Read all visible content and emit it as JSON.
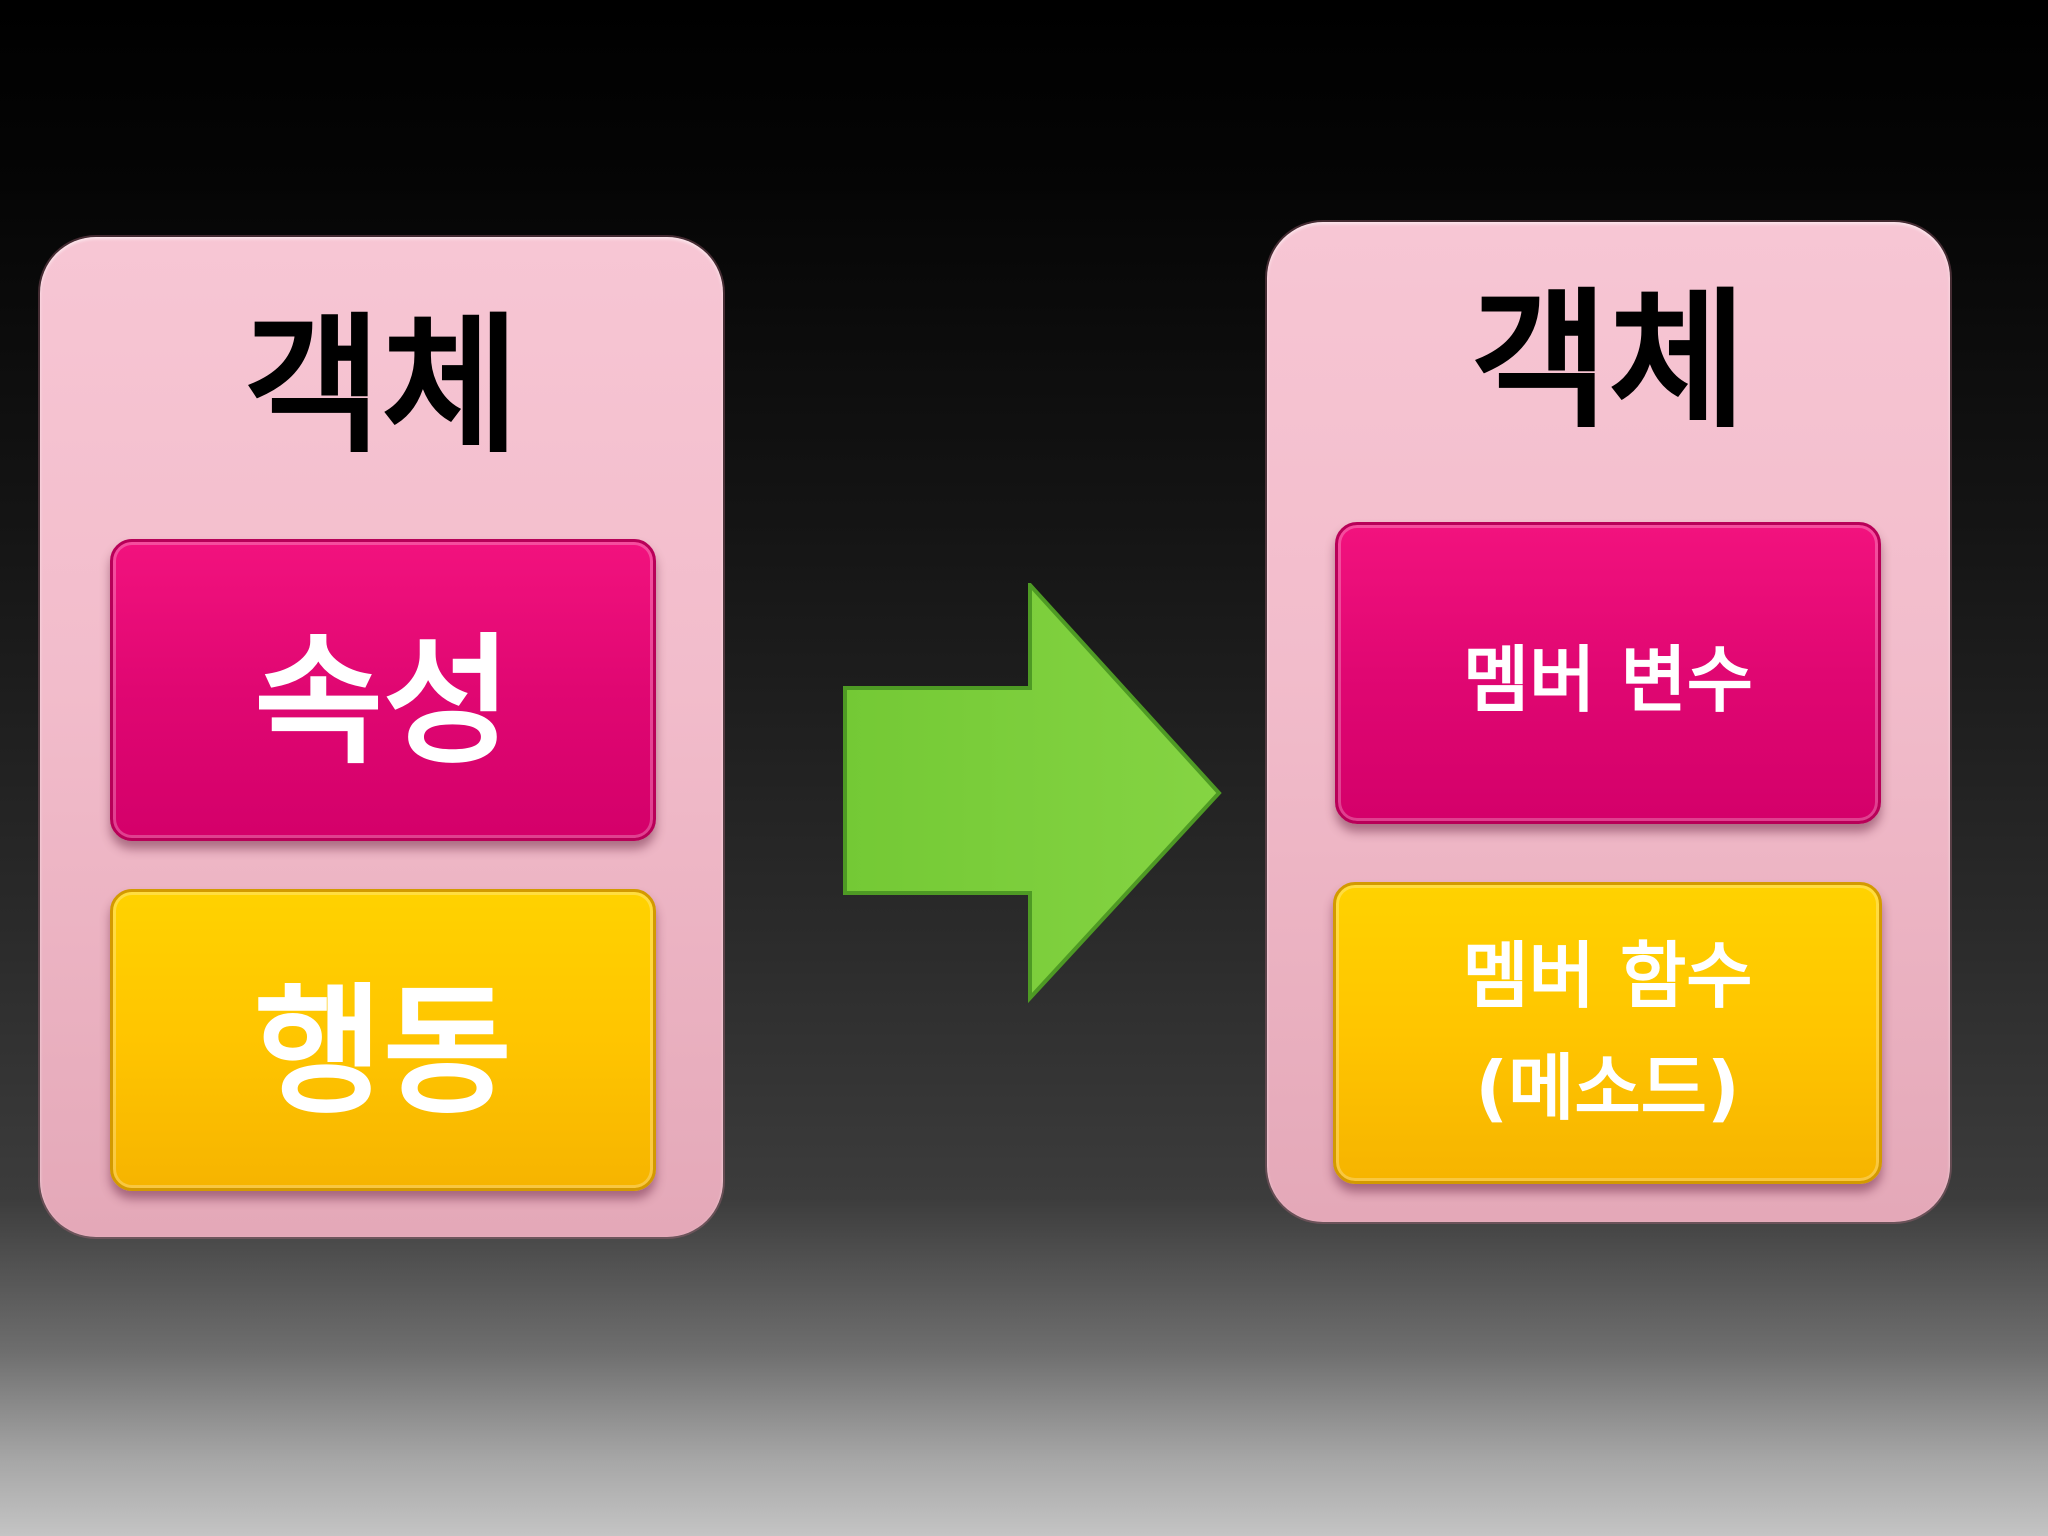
{
  "left_panel": {
    "title": "객체",
    "top_block": "속성",
    "bottom_block": "행동"
  },
  "right_panel": {
    "title": "객체",
    "top_block": "멤버 변수",
    "bottom_block_line1": "멤버 함수",
    "bottom_block_line2": "(메소드)"
  },
  "colors": {
    "panel": "#f4c1cf",
    "pink_block": "#e00772",
    "yellow_block": "#ffc500",
    "arrow": "#7ed03e"
  },
  "arrow_icon": "right-arrow-icon"
}
